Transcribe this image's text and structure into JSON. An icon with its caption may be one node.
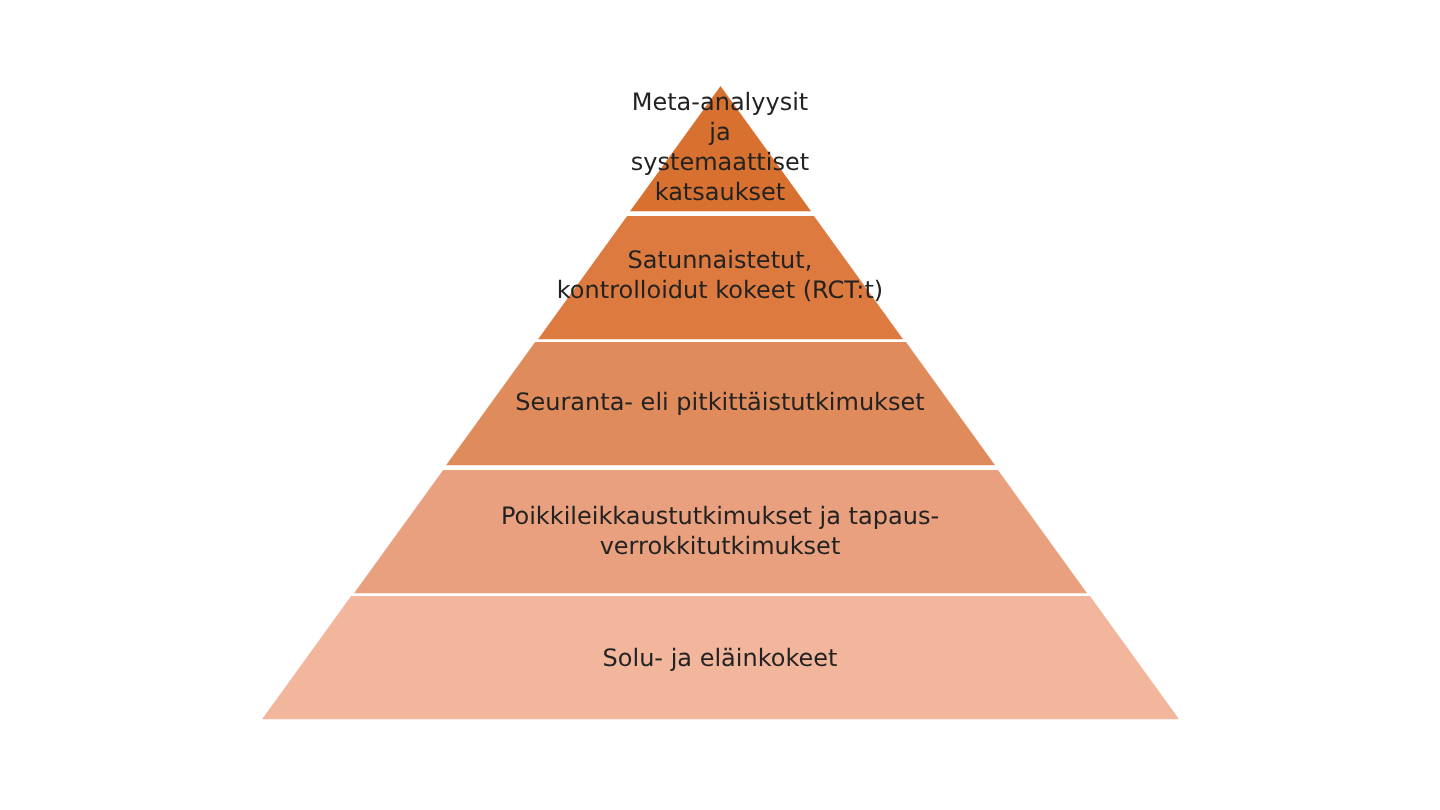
{
  "diagram": {
    "nodes": [
      {
        "text": [
          "Meta-analyysit ja systemaattiset katsaukset"
        ]
      },
      {
        "text": [
          "Satunnaistetut, kontrolloidut kokeet (RCT:t)"
        ]
      },
      {
        "text": [
          "Seuranta- eli pitkittäistutkimukset"
        ]
      },
      {
        "text": [
          "Poikkileikkaustutkimukset ja tapaus-verrokkitutkimukset"
        ]
      },
      {
        "text": [
          "Solu- ja eläinkokeet"
        ]
      }
    ]
  }
}
